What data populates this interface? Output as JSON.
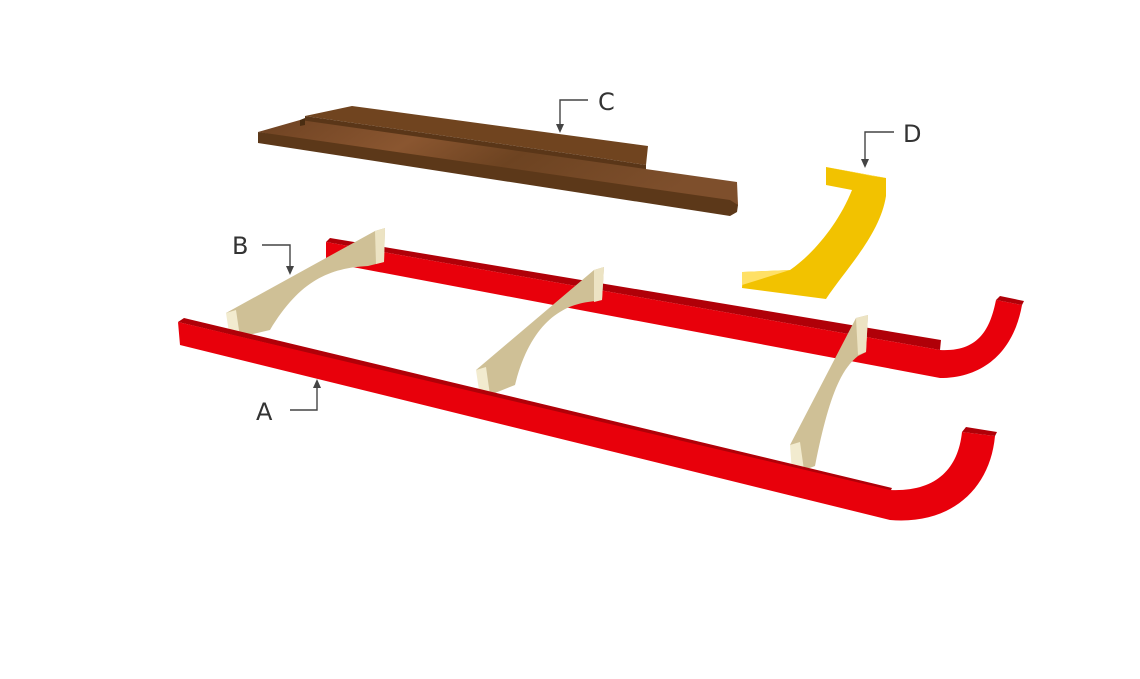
{
  "labels": {
    "a": "A",
    "b": "B",
    "c": "C",
    "d": "D"
  },
  "parts": {
    "runners": {
      "letter": "A",
      "color": "#e8000b"
    },
    "braces": {
      "letter": "B",
      "color": "#d9cba0"
    },
    "seat_boards": {
      "letter": "C",
      "color": "#7a4a28"
    },
    "handle": {
      "letter": "D",
      "color": "#f2c200"
    }
  }
}
